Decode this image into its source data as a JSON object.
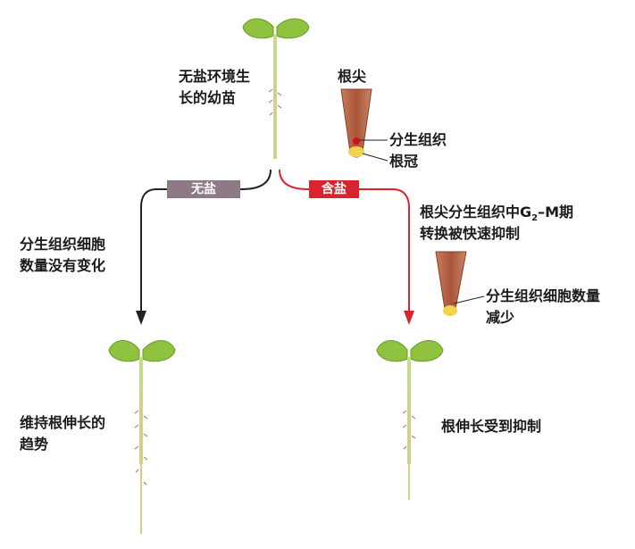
{
  "top_seedling_label": [
    "无盐环境生",
    "长的幼苗"
  ],
  "root_tip_label": "根尖",
  "meristem_label": "分生组织",
  "root_cap_label": "根冠",
  "no_salt_tag": "无盐",
  "salt_tag": "含盐",
  "left_branch_note": [
    "分生组织细胞",
    "数量没有变化"
  ],
  "right_branch_note_line1_pre": "根尖分生组织中G",
  "right_branch_note_line1_sub": "2",
  "right_branch_note_line1_post": "–M期",
  "right_branch_note_line2": "转换被快速抑制",
  "reduced_tip_note": [
    "分生组织细胞数量",
    "减少"
  ],
  "left_result": [
    "维持根伸长的",
    "趋势"
  ],
  "right_result": "根伸长受到抑制",
  "colors": {
    "no_salt": "#8e7a86",
    "salt": "#d9232d",
    "arrow_dark": "#222222",
    "leaf": "#8fc23f",
    "stem": "#c5dc8a",
    "root_tip": "#b5654a",
    "meristem": "#d4121d",
    "root_cap": "#f3d24c"
  }
}
